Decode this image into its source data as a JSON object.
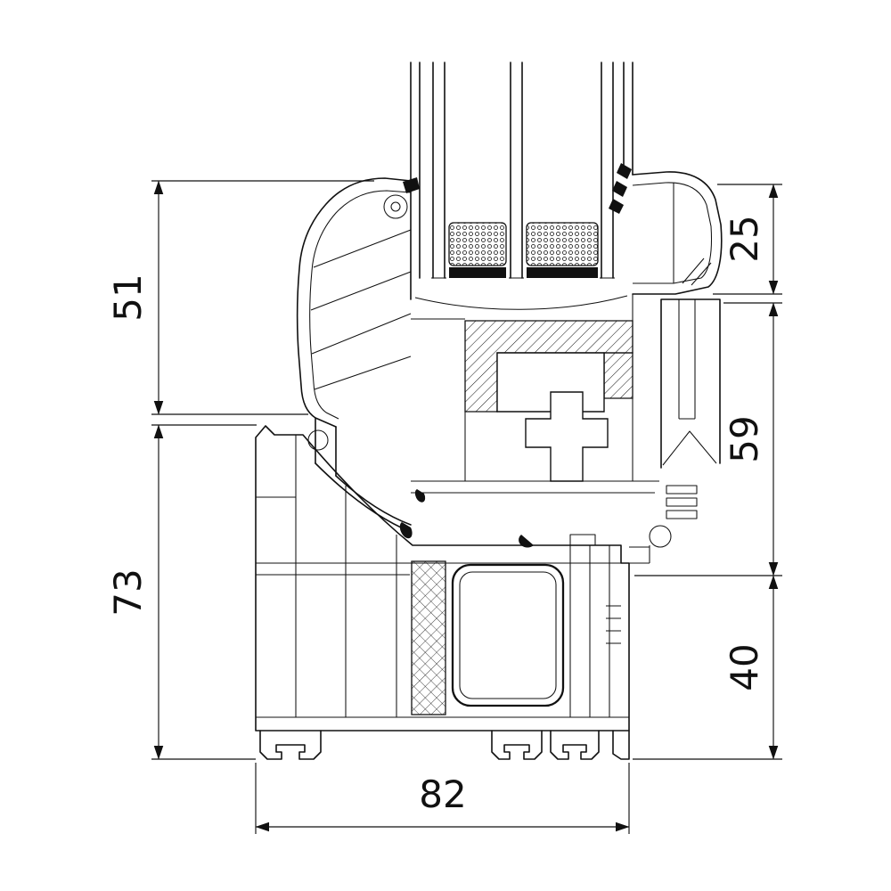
{
  "colors": {
    "line": "#111111",
    "background": "#ffffff"
  },
  "dimensions": {
    "left": [
      {
        "label": "51"
      },
      {
        "label": "73"
      }
    ],
    "right": [
      {
        "label": "25"
      },
      {
        "label": "59"
      },
      {
        "label": "40"
      }
    ],
    "bottom": [
      {
        "label": "82"
      }
    ]
  }
}
